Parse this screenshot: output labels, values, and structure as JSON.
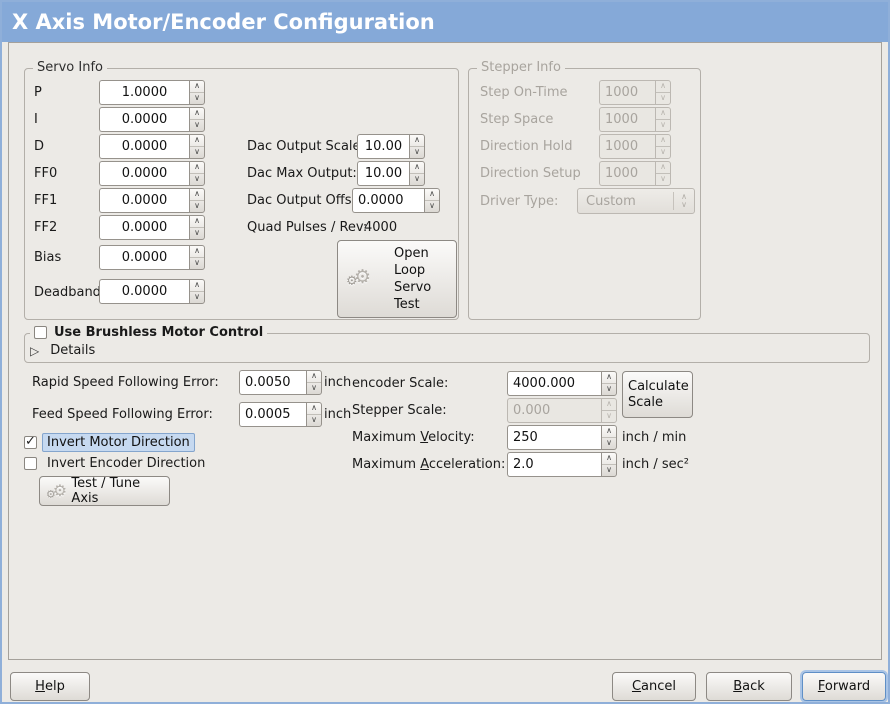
{
  "window": {
    "title": "X Axis Motor/Encoder Configuration"
  },
  "colors": {
    "titlebar": "#85a9d8",
    "focus_ring": "#5f8fc6",
    "selected_label_bg": "#c6d9f0"
  },
  "servo": {
    "frame_title": "Servo Info",
    "rows": [
      {
        "label": "P",
        "value": "1.0000"
      },
      {
        "label": "I",
        "value": "0.0000"
      },
      {
        "label": "D",
        "value": "0.0000"
      },
      {
        "label": "FF0",
        "value": "0.0000"
      },
      {
        "label": "FF1",
        "value": "0.0000"
      },
      {
        "label": "FF2",
        "value": "0.0000"
      },
      {
        "label": "Bias",
        "value": "0.0000"
      },
      {
        "label": "Deadband",
        "value": "0.0000"
      }
    ],
    "dac": [
      {
        "label": "Dac Output Scale:",
        "value": "10.00"
      },
      {
        "label": "Dac Max Output:",
        "value": "10.00"
      },
      {
        "label": "Dac Output Offset:",
        "value": "0.0000"
      }
    ],
    "quad_label": "Quad Pulses / Rev:",
    "quad_value": "4000",
    "open_loop_lines": [
      "Open",
      "Loop",
      "Servo",
      "Test"
    ]
  },
  "stepper": {
    "frame_title": "Stepper Info",
    "rows": [
      {
        "label": "Step On-Time",
        "value": "1000"
      },
      {
        "label": "Step Space",
        "value": "1000"
      },
      {
        "label": "Direction Hold",
        "value": "1000"
      },
      {
        "label": "Direction Setup",
        "value": "1000"
      }
    ],
    "driver_type_label": "Driver Type:",
    "driver_type_value": "Custom"
  },
  "brushless": {
    "checkbox_label": "Use Brushless Motor Control",
    "checked": false,
    "details_label": "Details"
  },
  "following_error": {
    "rapid_label": "Rapid Speed Following Error:",
    "rapid_value": "0.0050",
    "rapid_unit": "inch",
    "feed_label": "Feed Speed Following Error:",
    "feed_value": "0.0005",
    "feed_unit": "inch"
  },
  "invert": {
    "motor_label": "Invert Motor Direction",
    "motor_checked": true,
    "encoder_label": "Invert Encoder Direction",
    "encoder_checked": false
  },
  "test_tune_label": "Test / Tune Axis",
  "scales": {
    "encoder_label": "encoder Scale:",
    "encoder_value": "4000.000",
    "calculate_label": "Calculate Scale",
    "stepper_label": "Stepper Scale:",
    "stepper_value": "0.000",
    "velocity_label": {
      "pre": "Maximum ",
      "mnemonic": "V",
      "rest": "elocity:"
    },
    "velocity_value": "250",
    "velocity_unit": "inch / min",
    "accel_label": {
      "pre": "Maximum ",
      "mnemonic": "A",
      "rest": "cceleration:"
    },
    "accel_value": "2.0",
    "accel_unit": "inch / sec²"
  },
  "footer": {
    "help": {
      "mnemonic": "H",
      "rest": "elp"
    },
    "cancel": {
      "mnemonic": "C",
      "rest": "ancel"
    },
    "back": {
      "mnemonic": "B",
      "rest": "ack"
    },
    "forward": {
      "mnemonic": "F",
      "rest": "orward"
    }
  }
}
